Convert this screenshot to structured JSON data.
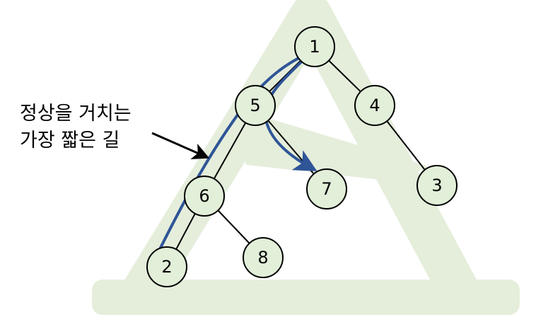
{
  "annotation": {
    "line1": "정상을 거치는",
    "line2": "가장 짧은 길"
  },
  "colors": {
    "background_shape": "#e5eedb",
    "node_fill": "#e2efd9",
    "node_stroke": "#000000",
    "edge": "#000000",
    "path_arrow": "#2f5597",
    "pointer_arrow": "#000000"
  },
  "tree": {
    "nodes": [
      {
        "id": "1",
        "label": "1"
      },
      {
        "id": "5",
        "label": "5"
      },
      {
        "id": "4",
        "label": "4"
      },
      {
        "id": "6",
        "label": "6"
      },
      {
        "id": "7",
        "label": "7"
      },
      {
        "id": "3",
        "label": "3"
      },
      {
        "id": "2",
        "label": "2"
      },
      {
        "id": "8",
        "label": "8"
      }
    ],
    "edges": [
      [
        "1",
        "5"
      ],
      [
        "1",
        "4"
      ],
      [
        "5",
        "6"
      ],
      [
        "5",
        "7"
      ],
      [
        "4",
        "3"
      ],
      [
        "6",
        "2"
      ],
      [
        "6",
        "8"
      ]
    ]
  }
}
